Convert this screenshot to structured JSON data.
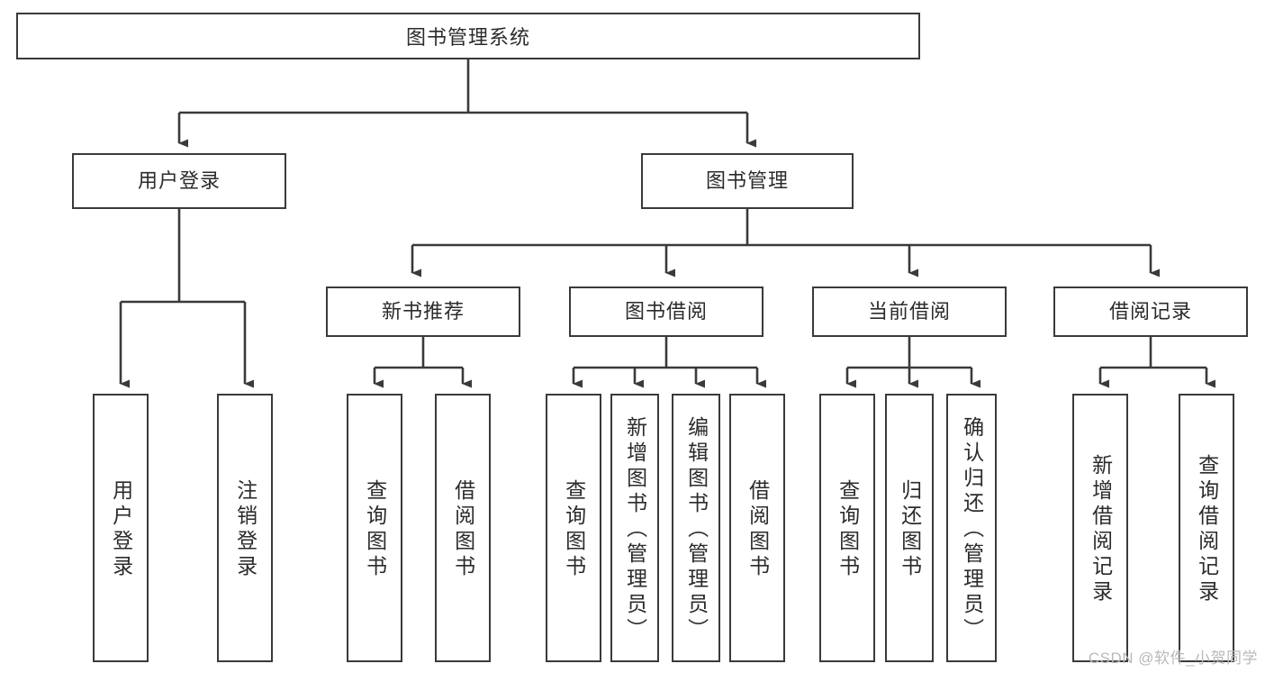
{
  "diagram": {
    "type": "tree-hierarchy-chart",
    "title": "图书管理系统",
    "watermark": "CSDN @软件_小贺同学",
    "colors": {
      "box_border": "#3a3a3a",
      "box_fill": "#ffffff",
      "text": "#2b2b2b",
      "connector": "#3a3a3a",
      "watermark": "#b9b9b9",
      "background": "#ffffff"
    },
    "root": {
      "label": "图书管理系统"
    },
    "level1": [
      {
        "id": "user-login",
        "label": "用户登录"
      },
      {
        "id": "book-management",
        "label": "图书管理"
      }
    ],
    "level2": [
      {
        "id": "new-book-recommend",
        "label": "新书推荐"
      },
      {
        "id": "book-borrow",
        "label": "图书借阅"
      },
      {
        "id": "current-borrow",
        "label": "当前借阅"
      },
      {
        "id": "borrow-record",
        "label": "借阅记录"
      }
    ],
    "leaves": {
      "user_login": [
        {
          "id": "leaf-user-login",
          "label": "用户登录"
        },
        {
          "id": "leaf-logout-login",
          "label": "注销登录"
        }
      ],
      "new_book_recommend": [
        {
          "id": "leaf-query-book-1",
          "label": "查询图书"
        },
        {
          "id": "leaf-borrow-book-1",
          "label": "借阅图书"
        }
      ],
      "book_borrow": [
        {
          "id": "leaf-query-book-2",
          "label": "查询图书"
        },
        {
          "id": "leaf-add-book",
          "label": "新增图书（管理员）"
        },
        {
          "id": "leaf-edit-book",
          "label": "编辑图书（管理员）"
        },
        {
          "id": "leaf-borrow-book-2",
          "label": "借阅图书"
        }
      ],
      "current_borrow": [
        {
          "id": "leaf-query-book-3",
          "label": "查询图书"
        },
        {
          "id": "leaf-return-book",
          "label": "归还图书"
        },
        {
          "id": "leaf-confirm-return",
          "label": "确认归还（管理员）"
        }
      ],
      "borrow_record": [
        {
          "id": "leaf-add-record",
          "label": "新增借阅记录"
        },
        {
          "id": "leaf-query-record",
          "label": "查询借阅记录"
        }
      ]
    }
  }
}
